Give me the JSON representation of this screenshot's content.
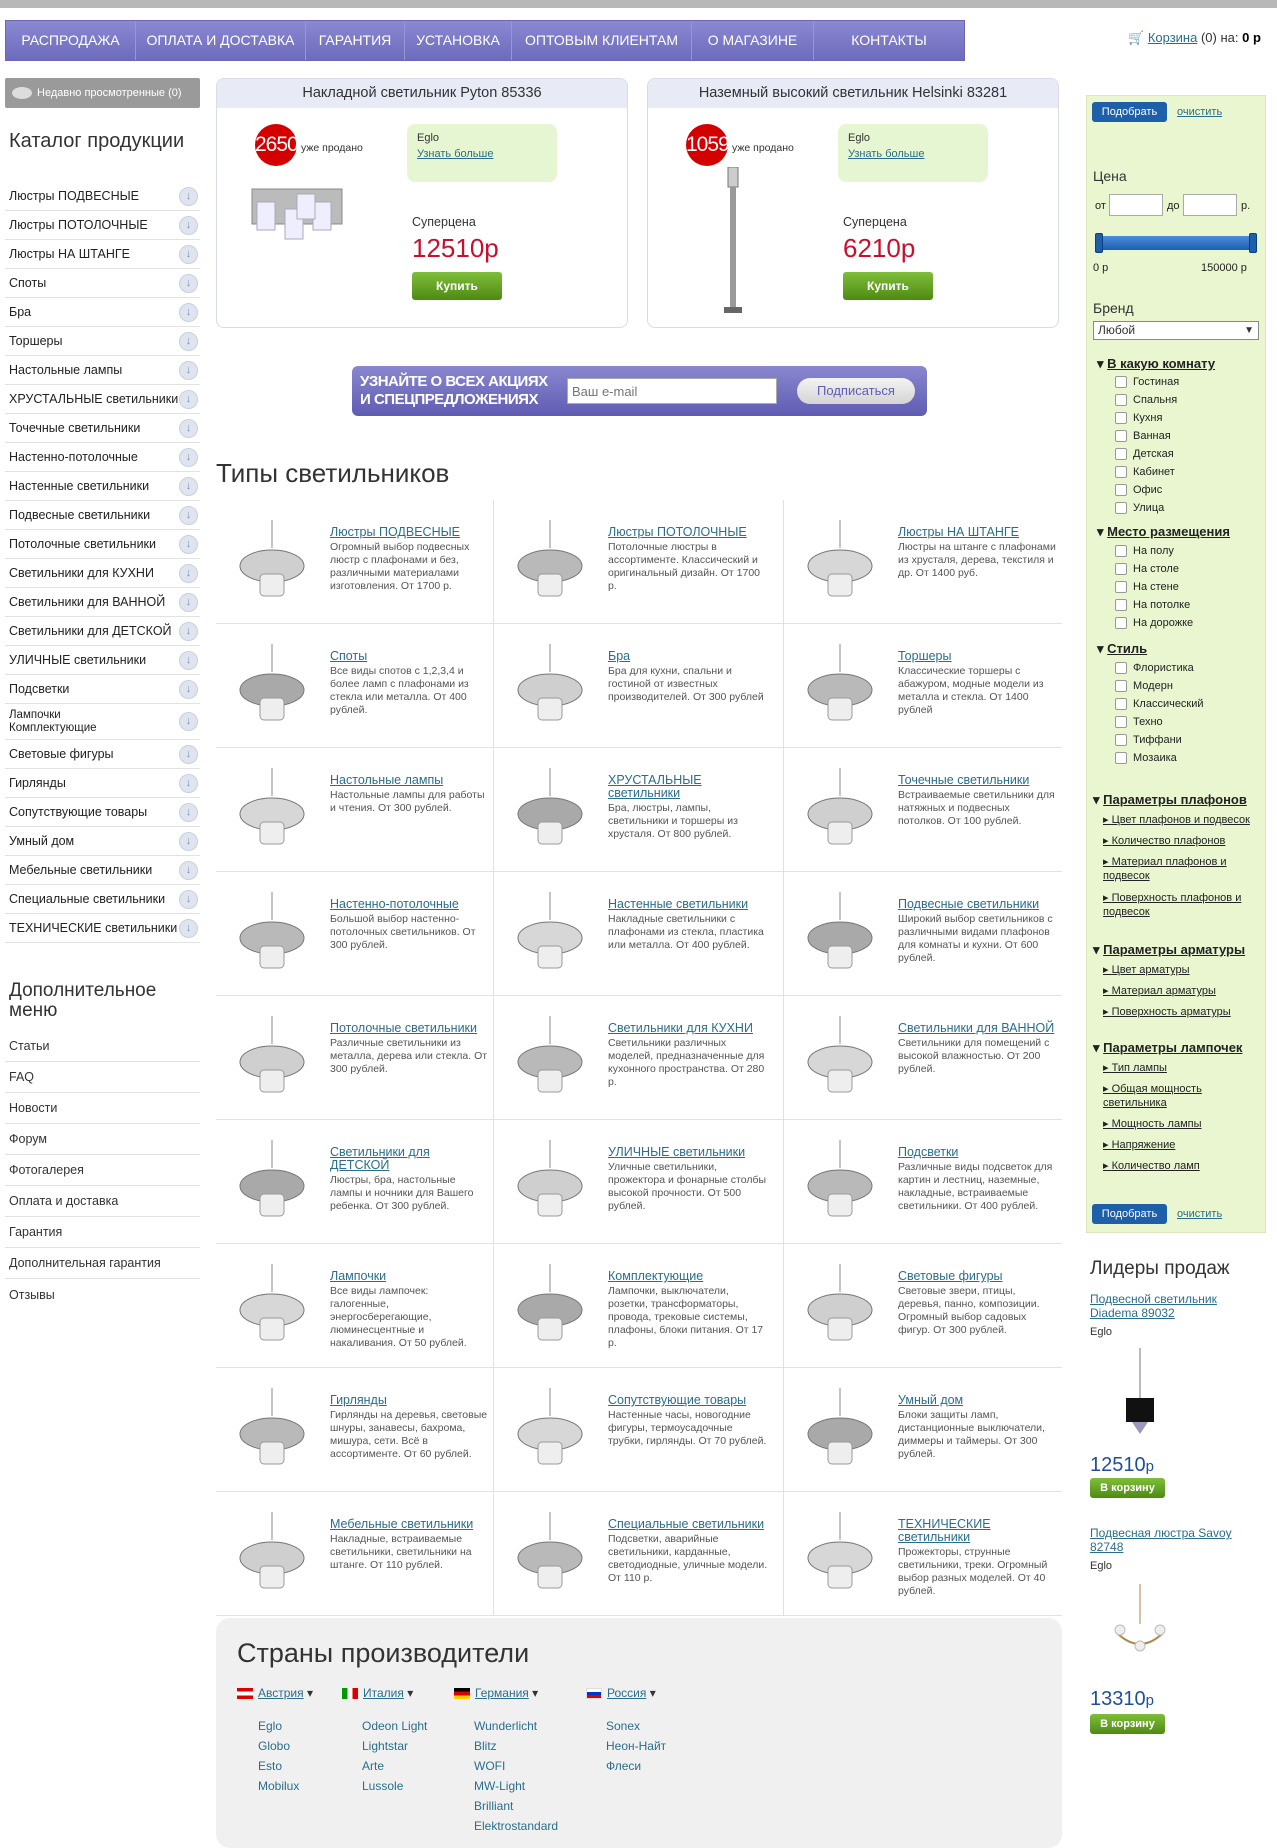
{
  "nav": [
    "РАСПРОДАЖА",
    "ОПЛАТА И ДОСТАВКА",
    "ГАРАНТИЯ",
    "УСТАНОВКА",
    "ОПТОВЫМ КЛИЕНТАМ",
    "О МАГАЗИНЕ",
    "КОНТАКТЫ"
  ],
  "cart": {
    "link": "Корзина",
    "count": "(0) на:",
    "total": "0 р"
  },
  "recent": "Недавно просмотренные (0)",
  "catalog_title": "Каталог продукции",
  "catalog": [
    "Люстры ПОДВЕСНЫЕ",
    "Люстры ПОТОЛОЧНЫЕ",
    "Люстры НА ШТАНГЕ",
    "Споты",
    "Бра",
    "Торшеры",
    "Настольные лампы",
    "ХРУСТАЛЬНЫЕ светильники",
    "Точечные светильники",
    "Настенно-потолочные",
    "Настенные светильники",
    "Подвесные светильники",
    "Потолочные светильники",
    "Светильники для КУХНИ",
    "Светильники для ВАННОЙ",
    "Светильники для ДЕТСКОЙ",
    "УЛИЧНЫЕ светильники",
    "Подсветки",
    "Лампочки Комплектующие",
    "Световые фигуры",
    "Гирлянды",
    "Сопутствующие товары",
    "Умный дом",
    "Мебельные светильники",
    "Специальные светильники",
    "ТЕХНИЧЕСКИЕ светильники"
  ],
  "extra_title": "Дополнительное меню",
  "extra": [
    "Статьи",
    "FAQ",
    "Новости",
    "Форум",
    "Фотогалерея",
    "Оплата и доставка",
    "Гарантия",
    "Дополнительная гарантия",
    "Отзывы"
  ],
  "promos": [
    {
      "title": "Накладной светильник Pyton 85336",
      "sold": "2650",
      "sold_text": "уже продано",
      "brand": "Eglo",
      "more": "Узнать больше",
      "super": "Суперцена",
      "price": "12510р",
      "buy": "Купить"
    },
    {
      "title": "Наземный высокий светильник Helsinki 83281",
      "sold": "1059",
      "sold_text": "уже продано",
      "brand": "Eglo",
      "more": "Узнать больше",
      "super": "Суперцена",
      "price": "6210р",
      "buy": "Купить"
    }
  ],
  "subscribe": {
    "text1": "УЗНАЙТЕ О ВСЕХ АКЦИЯХ",
    "text2": "И СПЕЦПРЕДЛОЖЕНИЯХ",
    "placeholder": "Ваш e-mail",
    "button": "Подписаться"
  },
  "types_title": "Типы светильников",
  "types": [
    {
      "name": "Люстры ПОДВЕСНЫЕ",
      "desc": "Огромный выбор подвесных люстр с плафонами и без, различными материалами изготовления. От 1700 р."
    },
    {
      "name": "Люстры ПОТОЛОЧНЫЕ",
      "desc": "Потолочные люстры в ассортименте. Классический и оригинальный дизайн. От 1700 р."
    },
    {
      "name": "Люстры НА ШТАНГЕ",
      "desc": "Люстры на штанге с плафонами из хрусталя, дерева, текстиля и др. От 1400 руб."
    },
    {
      "name": "Споты",
      "desc": "Все виды спотов с 1,2,3,4 и более ламп с плафонами из стекла или металла. От 400 рублей."
    },
    {
      "name": "Бра",
      "desc": "Бра для кухни, спальни и гостиной от известных производителей. От 300 рублей"
    },
    {
      "name": "Торшеры",
      "desc": "Классические торшеры с абажуром, модные модели из металла и стекла. От 1400 рублей"
    },
    {
      "name": "Настольные лампы",
      "desc": "Настольные лампы для работы и чтения. От 300 рублей."
    },
    {
      "name": "ХРУСТАЛЬНЫЕ светильники",
      "desc": "Бра, люстры, лампы, светильники и торшеры из хрусталя. От 800 рублей."
    },
    {
      "name": "Точечные светильники",
      "desc": "Встраиваемые светильники для натяжных и подвесных потолков. От 100 рублей."
    },
    {
      "name": "Настенно-потолочные",
      "desc": "Большой выбор настенно-потолочных светильников. От 300 рублей."
    },
    {
      "name": "Настенные светильники",
      "desc": "Накладные светильники с плафонами из стекла, пластика или металла. От 400 рублей."
    },
    {
      "name": "Подвесные светильники",
      "desc": "Широкий выбор светильников с различными видами плафонов для комнаты и кухни. От 600 рублей."
    },
    {
      "name": "Потолочные светильники",
      "desc": "Различные светильники из металла, дерева или стекла. От 300 рублей."
    },
    {
      "name": "Светильники для КУХНИ",
      "desc": "Светильники различных моделей, предназначенные для кухонного пространства. От 280 р."
    },
    {
      "name": "Светильники для ВАННОЙ",
      "desc": "Светильники для помещений с высокой влажностью. От 200 рублей."
    },
    {
      "name": "Светильники для ДЕТСКОЙ",
      "desc": "Люстры, бра, настольные лампы и ночники для Вашего ребенка. От 300 рублей."
    },
    {
      "name": "УЛИЧНЫЕ светильники",
      "desc": "Уличные светильники, прожектора и фонарные столбы высокой прочности. От 500 рублей."
    },
    {
      "name": "Подсветки",
      "desc": "Различные виды подсветок для картин и лестниц, наземные, накладные, встраиваемые светильники. От 400 рублей."
    },
    {
      "name": "Лампочки",
      "desc": "Все виды лампочек: галогенные, энергосберегающие, люминесцентные и накаливания. От 50 рублей."
    },
    {
      "name": "Комплектующие",
      "desc": "Лампочки, выключатели, розетки, трансформаторы, провода, трековые системы, плафоны, блоки питания. От 17 р."
    },
    {
      "name": "Световые фигуры",
      "desc": "Световые звери, птицы, деревья, панно, композиции. Огромный выбор садовых фигур. От 300 рублей."
    },
    {
      "name": "Гирлянды",
      "desc": "Гирлянды на деревья, световые шнуры, занавесы, бахрома, мишура, сети. Всё в ассортименте. От 60 рублей."
    },
    {
      "name": "Сопутствующие товары",
      "desc": "Настенные часы, новогодние фигуры, термоусадочные трубки, гирлянды. От 70 рублей."
    },
    {
      "name": "Умный дом",
      "desc": "Блоки защиты ламп, дистанционные выключатели, диммеры и таймеры. От 300 рублей."
    },
    {
      "name": "Мебельные светильники",
      "desc": "Накладные, встраиваемые светильники, светильники на штанге. От 110 рублей."
    },
    {
      "name": "Специальные светильники",
      "desc": "Подсветки, аварийные светильники, карданные, светодиодные, уличные модели. От 110 р."
    },
    {
      "name": "ТЕХНИЧЕСКИЕ светильники",
      "desc": "Прожекторы, струнные светильники, треки. Огромный выбор разных моделей. От 40 рублей."
    }
  ],
  "countries_title": "Страны производители",
  "countries": [
    {
      "name": "Австрия",
      "brands": [
        "Eglo",
        "Globo",
        "Esto",
        "Mobilux"
      ]
    },
    {
      "name": "Италия",
      "brands": [
        "Odeon Light",
        "Lightstar",
        "Arte",
        "Lussole"
      ]
    },
    {
      "name": "Германия",
      "brands": [
        "Wunderlicht",
        "Blitz",
        "WOFI",
        "MW-Light",
        "Brilliant",
        "Elektrostandard"
      ]
    },
    {
      "name": "Россия",
      "brands": [
        "Sonex",
        "Неон-Найт",
        "Флеси"
      ]
    }
  ],
  "filter": {
    "apply": "Подобрать",
    "clear": "очистить",
    "price_label": "Цена",
    "from": "от",
    "to": "до",
    "currency": "р.",
    "min": "0 р",
    "max": "150000 р",
    "slider_min": 0,
    "slider_max": 1,
    "brand_label": "Бренд",
    "brand_value": "Любой",
    "room_title": "В какую комнату",
    "rooms": [
      "Гостиная",
      "Спальня",
      "Кухня",
      "Ванная",
      "Детская",
      "Кабинет",
      "Офис",
      "Улица"
    ],
    "place_title": "Место размещения",
    "places": [
      "На полу",
      "На столе",
      "На стене",
      "На потолке",
      "На дорожке"
    ],
    "style_title": "Стиль",
    "styles": [
      "Флористика",
      "Модерн",
      "Классический",
      "Техно",
      "Тиффани",
      "Мозаика"
    ],
    "shade_title": "Параметры плафонов",
    "shade": [
      "Цвет плафонов и подвесок",
      "Количество плафонов",
      "Материал плафонов и подвесок",
      "Поверхность плафонов и подвесок"
    ],
    "arm_title": "Параметры арматуры",
    "arm": [
      "Цвет арматуры",
      "Материал арматуры",
      "Поверхность арматуры"
    ],
    "lamp_title": "Параметры лампочек",
    "lamp": [
      "Тип лампы",
      "Общая мощность светильника",
      "Мощность лампы",
      "Напряжение",
      "Количество ламп"
    ]
  },
  "leaders_title": "Лидеры продаж",
  "leaders": [
    {
      "name": "Подвесной светильник Diadema 89032",
      "brand": "Eglo",
      "price": "12510",
      "currency": "р",
      "button": "В корзину"
    },
    {
      "name": "Подвесная люстра Savoy 82748",
      "brand": "Eglo",
      "price": "13310",
      "currency": "р",
      "button": "В корзину"
    }
  ],
  "colors": {
    "nav": "#7a78c4",
    "price": "#c8102e",
    "filter_bg": "#e9f6d0",
    "link": "#2a6e8a"
  }
}
